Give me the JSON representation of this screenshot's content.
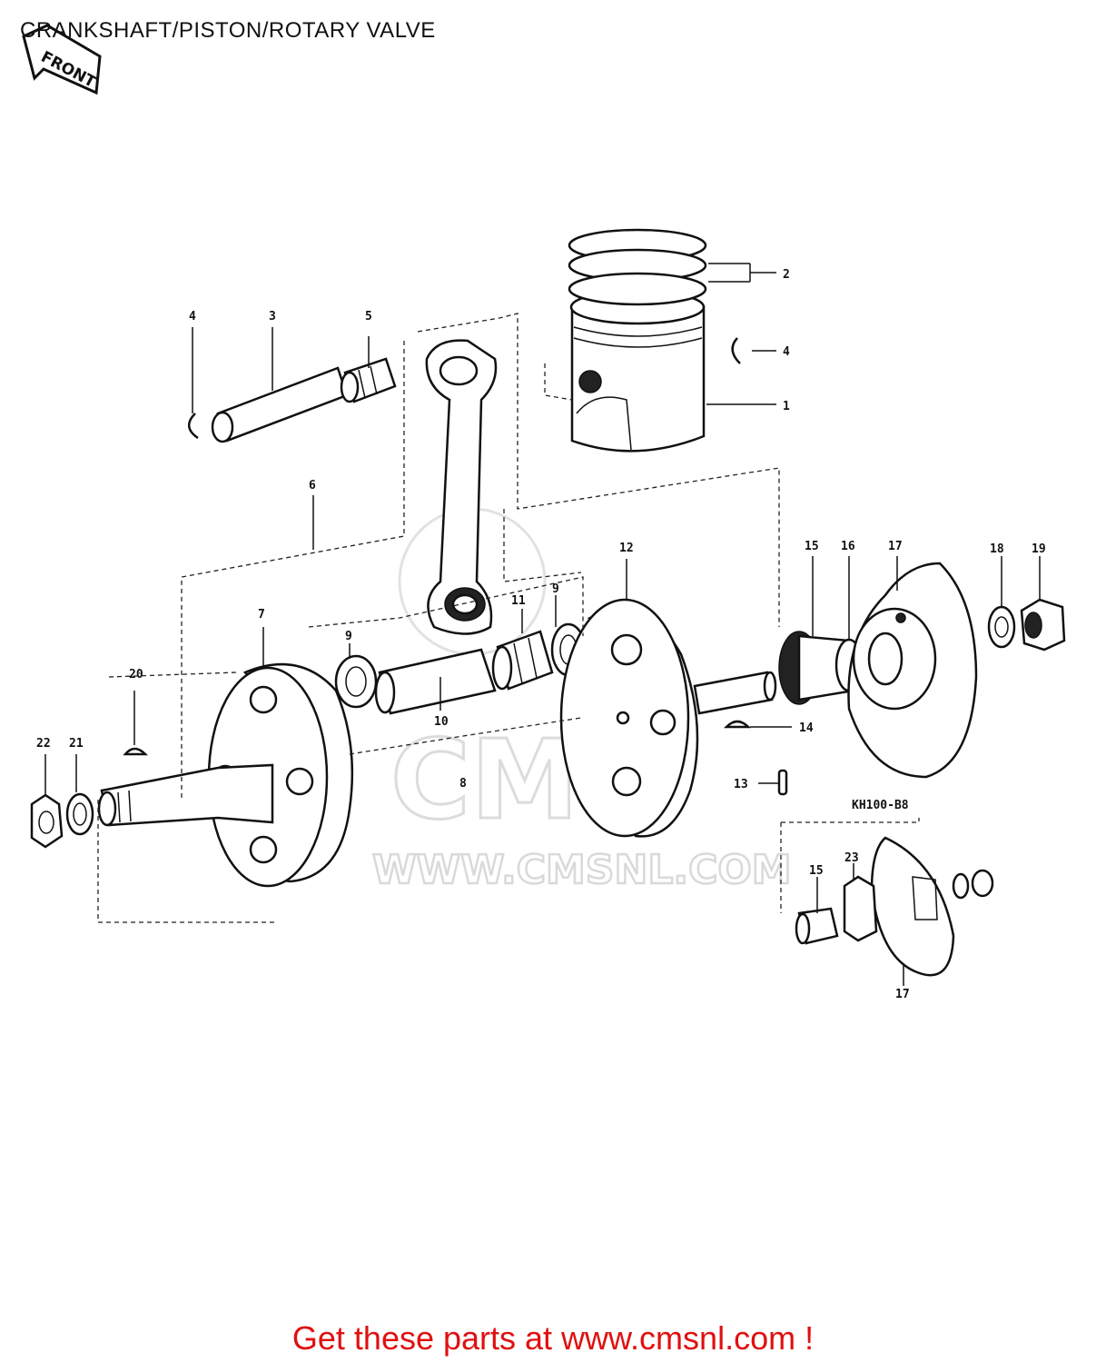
{
  "title": "CRANKSHAFT/PISTON/ROTARY VALVE",
  "front_badge": "FRONT",
  "watermark": {
    "url": "WWW.CMSNL.COM",
    "logo": "CMS"
  },
  "variant_label": "KH100-B8",
  "cta": "Get these parts at www.cmsnl.com !",
  "callouts": {
    "c1": "1",
    "c2": "2",
    "c3": "3",
    "c4a": "4",
    "c4b": "4",
    "c5": "5",
    "c6": "6",
    "c7": "7",
    "c8": "8",
    "c9a": "9",
    "c9b": "9",
    "c10": "10",
    "c11": "11",
    "c12": "12",
    "c13": "13",
    "c14": "14",
    "c15a": "15",
    "c16": "16",
    "c17a": "17",
    "c18": "18",
    "c19": "19",
    "c20": "20",
    "c21": "21",
    "c22": "22",
    "c15b": "15",
    "c23": "23",
    "c17b": "17"
  }
}
